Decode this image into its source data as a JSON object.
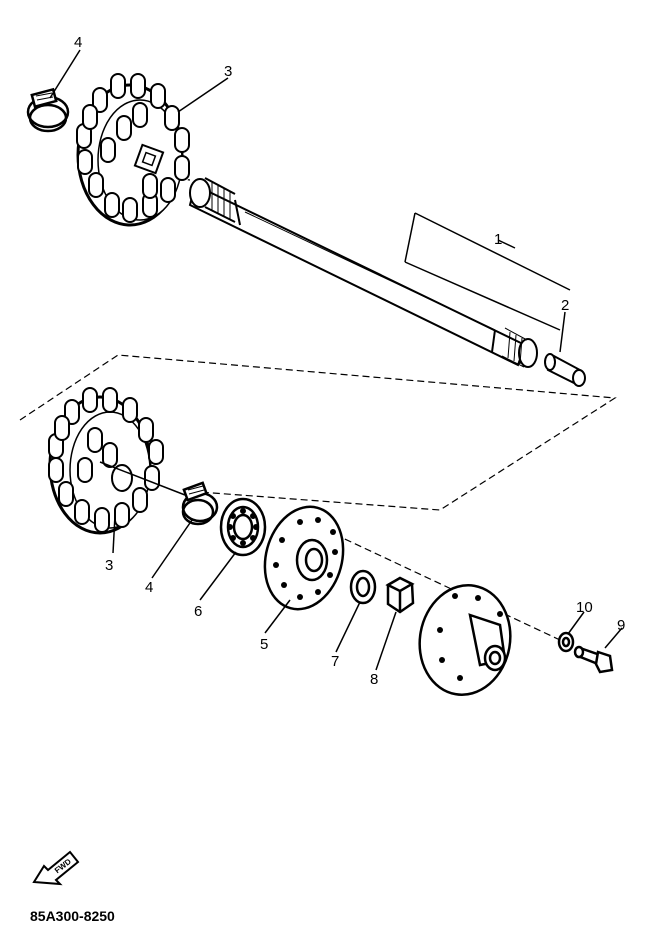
{
  "callouts": {
    "c1": "1",
    "c2": "2",
    "c3_top": "3",
    "c4_top": "4",
    "c3_bottom": "3",
    "c4_bottom": "4",
    "c5": "5",
    "c6": "6",
    "c7": "7",
    "c8": "8",
    "c9": "9",
    "c10": "10"
  },
  "fwd_label": "FWD",
  "part_code": "85A300-8250"
}
